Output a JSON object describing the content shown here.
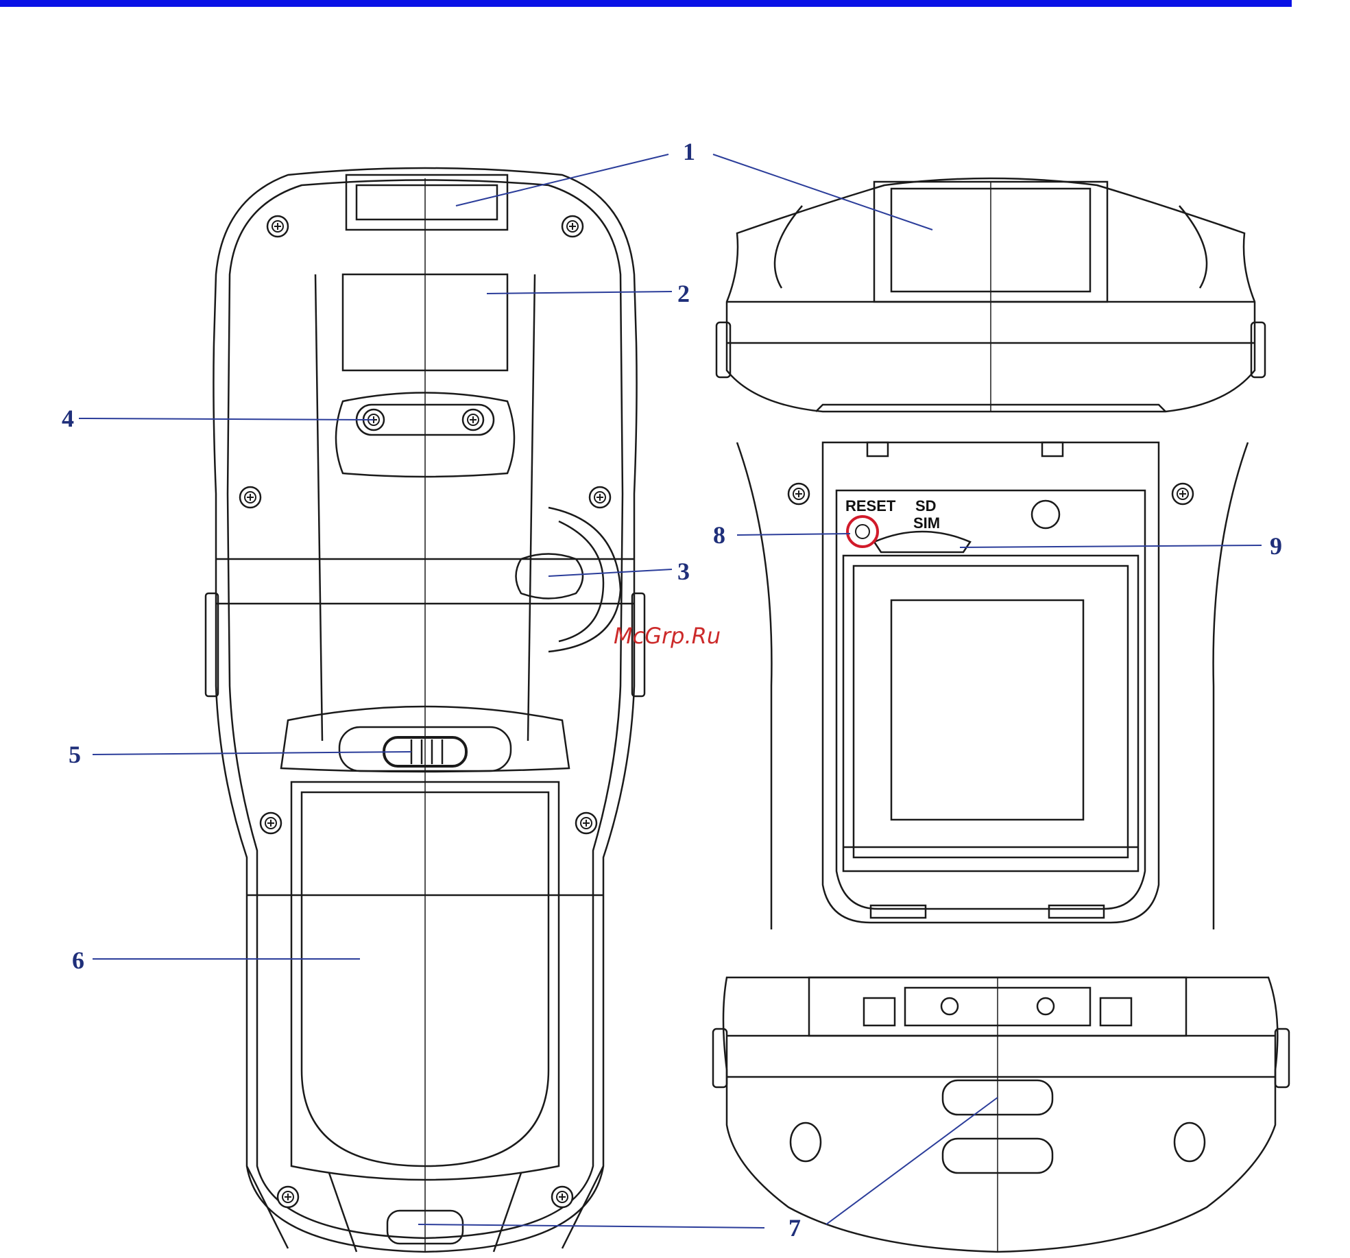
{
  "colors": {
    "top_rule": "#0a12e6",
    "callout": "#1f2f7a",
    "leader": "#2b3d9a",
    "outline": "#1a1a1a",
    "highlight": "#d11a2a",
    "watermark": "#cc2a2a"
  },
  "callouts": {
    "c1": "1",
    "c2": "2",
    "c3": "3",
    "c4": "4",
    "c5": "5",
    "c6": "6",
    "c7": "7",
    "c8": "8",
    "c9": "9"
  },
  "slot_labels": {
    "reset": "RESET",
    "sd": "SD",
    "sim": "SIM"
  },
  "watermark": "McGrp.Ru"
}
